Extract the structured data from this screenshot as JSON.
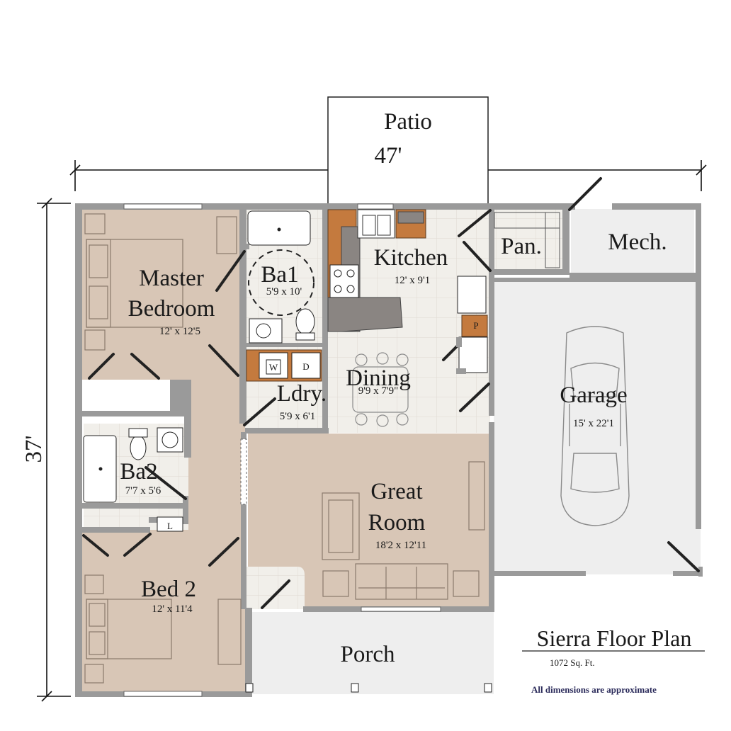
{
  "plan": {
    "title": "Sierra Floor Plan",
    "area": "1072 Sq. Ft.",
    "note": "All dimensions are approximate",
    "overall_width": "47'",
    "overall_depth": "37'"
  },
  "rooms": {
    "patio": {
      "name": "Patio"
    },
    "master": {
      "name_line1": "Master",
      "name_line2": "Bedroom",
      "dims": "12' x 12'5"
    },
    "ba1": {
      "name": "Ba1",
      "dims": "5'9 x 10'"
    },
    "kitchen": {
      "name": "Kitchen",
      "dims": "12' x 9'1"
    },
    "pantry": {
      "name": "Pan."
    },
    "mech": {
      "name": "Mech."
    },
    "laundry": {
      "name": "Ldry.",
      "dims": "5'9 x 6'1",
      "washer": "W",
      "dryer": "D"
    },
    "dining": {
      "name": "Dining",
      "dims": "9'9 x 7'9\""
    },
    "ba2": {
      "name": "Ba2",
      "dims": "7'7 x 5'6"
    },
    "linen": {
      "name": "L"
    },
    "pantry_closet": {
      "name": "P"
    },
    "garage": {
      "name": "Garage",
      "dims": "15' x 22'1"
    },
    "great_room": {
      "name_line1": "Great",
      "name_line2": "Room",
      "dims": "18'2 x 12'11"
    },
    "bed2": {
      "name": "Bed 2",
      "dims": "12' x 11'4"
    },
    "porch": {
      "name": "Porch"
    }
  },
  "colors": {
    "carpet": "#d8c6b6",
    "tile": "#f1efea",
    "garage": "#eeeeee",
    "wall": "#9a9a9a",
    "cabinet": "#c47a3e",
    "counter": "#8a8582",
    "note": "#2a2a5a"
  }
}
